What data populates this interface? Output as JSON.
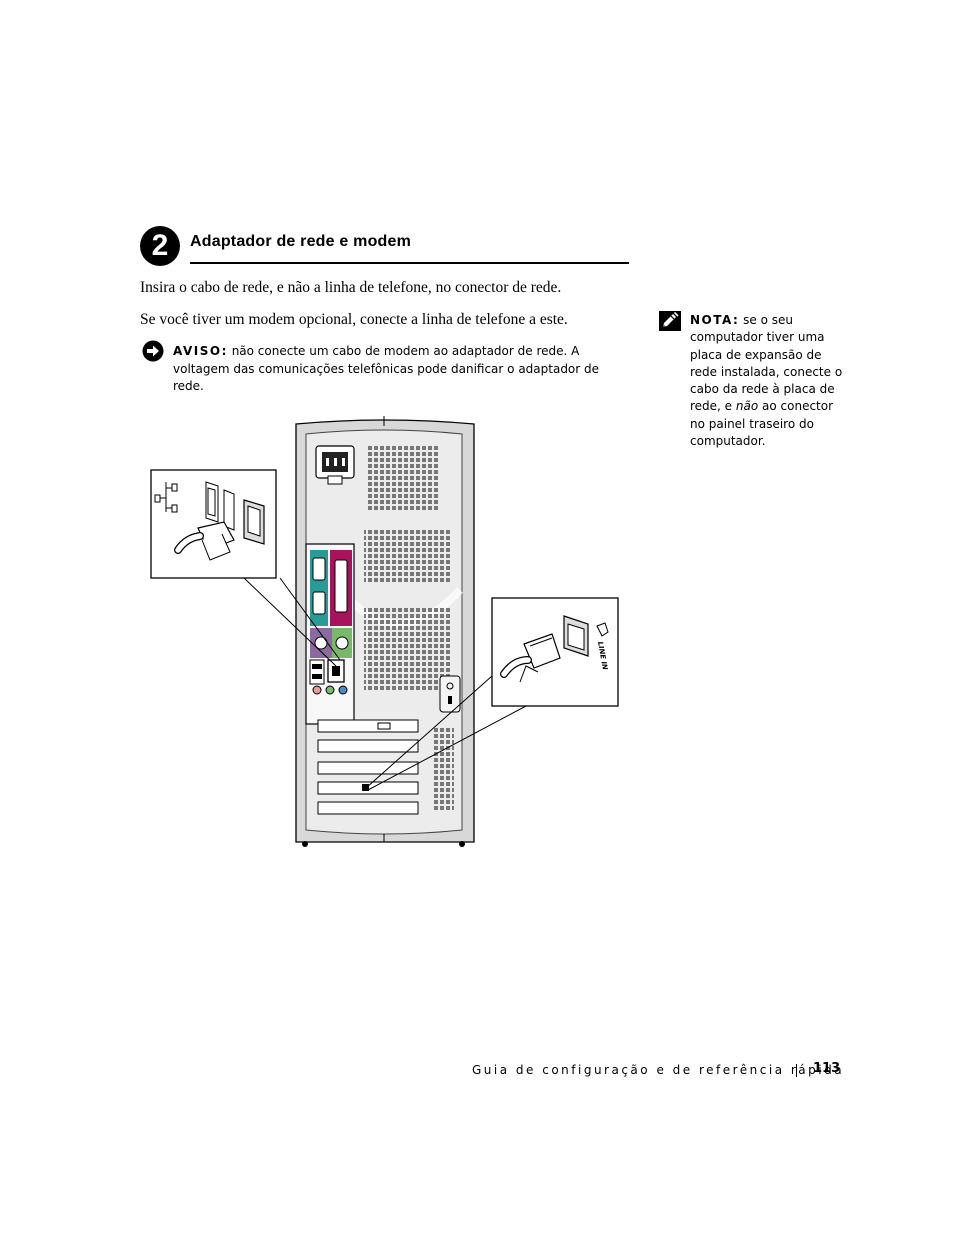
{
  "section": {
    "step_number": "2",
    "title": "Adaptador de rede e modem"
  },
  "paragraphs": [
    "Insira o cabo de rede, e não a linha de telefone, no conector de rede.",
    "Se você tiver um modem opcional, conecte a linha de telefone a este."
  ],
  "notice": {
    "label": "AVISO:",
    "text": " não conecte um cabo de modem ao adaptador de rede. A voltagem das comunicações telefônicas pode danificar o adaptador de rede.",
    "icon": "arrow-circle-icon"
  },
  "note": {
    "label": "NOTA:",
    "text_before": " se o seu computador tiver uma placa de expansão de rede instalada, conecte o cabo da rede à placa de rede, e ",
    "text_emphasis": "não",
    "text_after": " ao conector no painel traseiro do computador.",
    "icon": "pencil-note-icon"
  },
  "illustration": {
    "modem_port_label": "LINE IN",
    "colors": {
      "teal": "#2a9a96",
      "magenta": "#a8145c",
      "purple": "#8a6aa0",
      "green": "#7ab86a",
      "pink": "#e89aa0",
      "blue": "#4a8ac8"
    }
  },
  "footer": {
    "title": "Guia de configuração e de referência rápida",
    "page_number": "113"
  }
}
